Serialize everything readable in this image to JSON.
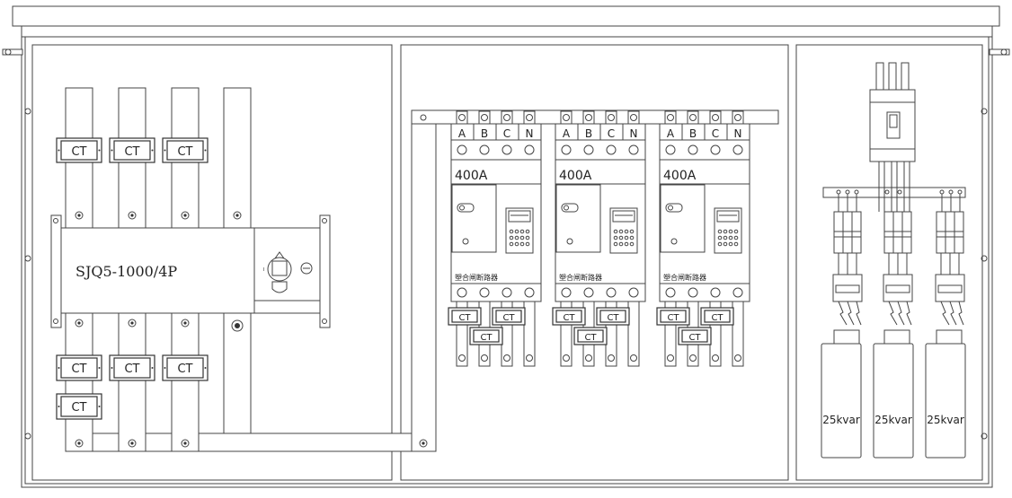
{
  "switch_label": "SJQ5-1000/4P",
  "ct_label": "CT",
  "phase_labels": [
    "A",
    "B",
    "C",
    "N"
  ],
  "breaker_rating": "400A",
  "breaker_caption": "塑合闸断路器",
  "capacitor_label": "25kvar",
  "colors": {
    "line": "#444444",
    "background": "#ffffff"
  }
}
